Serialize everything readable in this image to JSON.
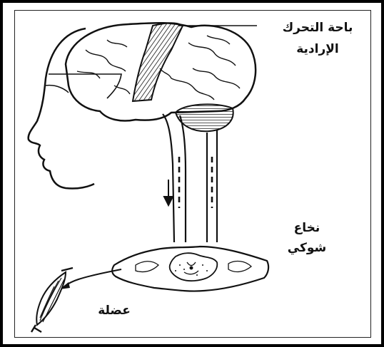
{
  "labels": {
    "motor_area_line1": "باحة التحرك",
    "motor_area_line2": "الإرادية",
    "spinal_cord_line1": "نخاع",
    "spinal_cord_line2": "شوكي",
    "muscle": "عضلة"
  },
  "colors": {
    "ink": "#111111",
    "background": "#ffffff",
    "frame": "#000000"
  }
}
